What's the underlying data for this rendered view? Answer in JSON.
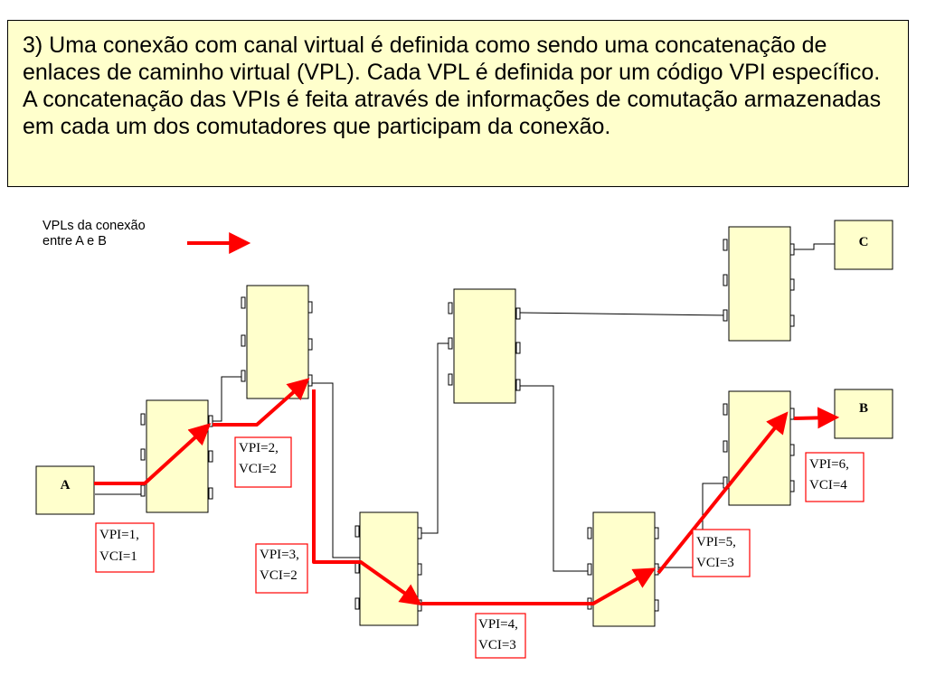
{
  "description_text": "3) Uma conexão com canal virtual é definida como sendo uma concatenação de enlaces de caminho virtual (VPL). Cada VPL é definida por um código VPI específico. A concatenação das VPIs é feita através de informações de comutação armazenadas em cada um dos comutadores que participam da conexão.",
  "legend": {
    "label": "VPLs da conexão entre A e B"
  },
  "terminals": {
    "a": "A",
    "b": "B",
    "c": "C"
  },
  "labels": {
    "l1": {
      "line1": "VPI=1,",
      "line2": "VCI=1"
    },
    "l2": {
      "line1": "VPI=2,",
      "line2": "VCI=2"
    },
    "l3": {
      "line1": "VPI=3,",
      "line2": "VCI=2"
    },
    "l4": {
      "line1": "VPI=4,",
      "line2": "VCI=3"
    },
    "l5": {
      "line1": "VPI=5,",
      "line2": "VCI=3"
    },
    "l6": {
      "line1": "VPI=6,",
      "line2": "VCI=4"
    }
  },
  "colors": {
    "switch_fill": "#ffffcc",
    "vpl_arrow": "#ff0000",
    "label_border": "#ff0000"
  }
}
